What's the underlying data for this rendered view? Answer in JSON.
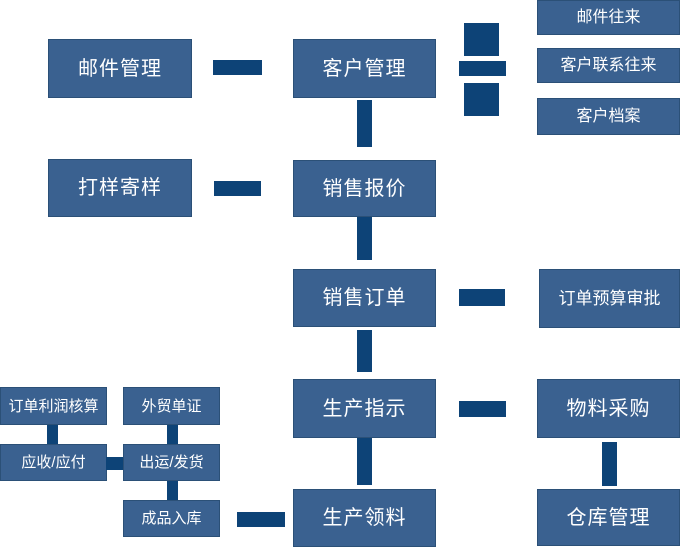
{
  "diagram": {
    "description": "Trade ERP business process flow diagram",
    "colors": {
      "background": "#ffffff",
      "node_fill": "#3a6190",
      "node_border": "#2b5077",
      "connector": "#0d4377",
      "text": "#ffffff"
    },
    "nodes": {
      "email_management": {
        "label": "邮件管理"
      },
      "customer_management": {
        "label": "客户管理"
      },
      "email_correspondence": {
        "label": "邮件往来"
      },
      "customer_contact_correspondence": {
        "label": "客户联系往来"
      },
      "customer_archives": {
        "label": "客户档案"
      },
      "sample_making_sending": {
        "label": "打样寄样"
      },
      "sales_quotation": {
        "label": "销售报价"
      },
      "sales_order": {
        "label": "销售订单"
      },
      "order_budget_approval": {
        "label": "订单预算审批"
      },
      "production_instruction": {
        "label": "生产指示"
      },
      "material_procurement": {
        "label": "物料采购"
      },
      "order_profit_accounting": {
        "label": "订单利润核算"
      },
      "foreign_trade_documents": {
        "label": "外贸单证"
      },
      "receivables_payables": {
        "label": "应收/应付"
      },
      "shipping_delivery": {
        "label": "出运/发货"
      },
      "finished_goods_warehousing": {
        "label": "成品入库"
      },
      "production_material_requisition": {
        "label": "生产领料"
      },
      "warehouse_management": {
        "label": "仓库管理"
      }
    }
  }
}
